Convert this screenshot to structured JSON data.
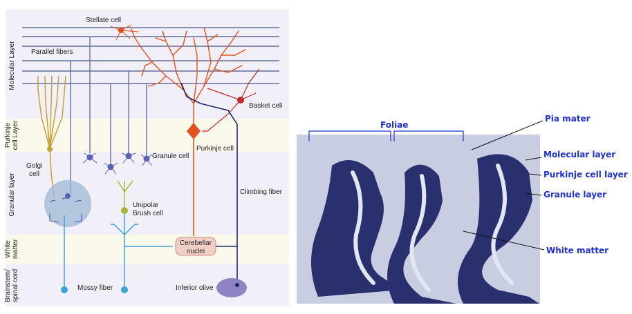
{
  "left_diagram": {
    "layers": [
      {
        "id": "molecular",
        "label": "Molecular Layer",
        "bg": "#f1eff7"
      },
      {
        "id": "purkinje",
        "label": "Purkinje cell Layer",
        "bg": "#fbf9ec"
      },
      {
        "id": "granular",
        "label": "Granular layer",
        "bg": "#f1eff7"
      },
      {
        "id": "white",
        "label": "White matter",
        "bg": "#fbf9ec"
      },
      {
        "id": "brainstem",
        "label": "Brainstem/ spinal cord",
        "bg": "#f1eff7"
      }
    ],
    "cell_labels": {
      "stellate": "Stellate cell",
      "parallel_fibers": "Parallel fibers",
      "basket": "Basket cell",
      "purkinje": "Purkinje cell",
      "granule": "Granule cell",
      "golgi": "Golgi cell",
      "unipolar": "Unipolar Brush cell",
      "climbing": "Climbing fiber",
      "cerebellar_nuclei": "Cerebellar nuclei",
      "mossy": "Mossy fiber",
      "inferior_olive": "Inferior olive"
    },
    "colors": {
      "purkinje": "#e6501e",
      "granule": "#5b63b0",
      "golgi": "#c5a13a",
      "unipolar": "#a8b834",
      "mossy": "#3aa3dd",
      "climbing": "#1d2a6b",
      "basket": "#c02a2a",
      "nuclei": "#f2cfc4",
      "olive": "#8f83c4",
      "fibers": "#4a5283"
    }
  },
  "right_image": {
    "labels": {
      "foliae": "Foliae",
      "pia_mater": "Pia mater",
      "molecular_layer": "Molecular layer",
      "purkinje_cell_layer": "Purkinje cell layer",
      "granule_layer": "Granule layer",
      "white_matter": "White matter"
    },
    "colors": {
      "tissue": "#c9cde2",
      "granule": "#2a2f6e",
      "label": "#1f2fd6"
    }
  }
}
